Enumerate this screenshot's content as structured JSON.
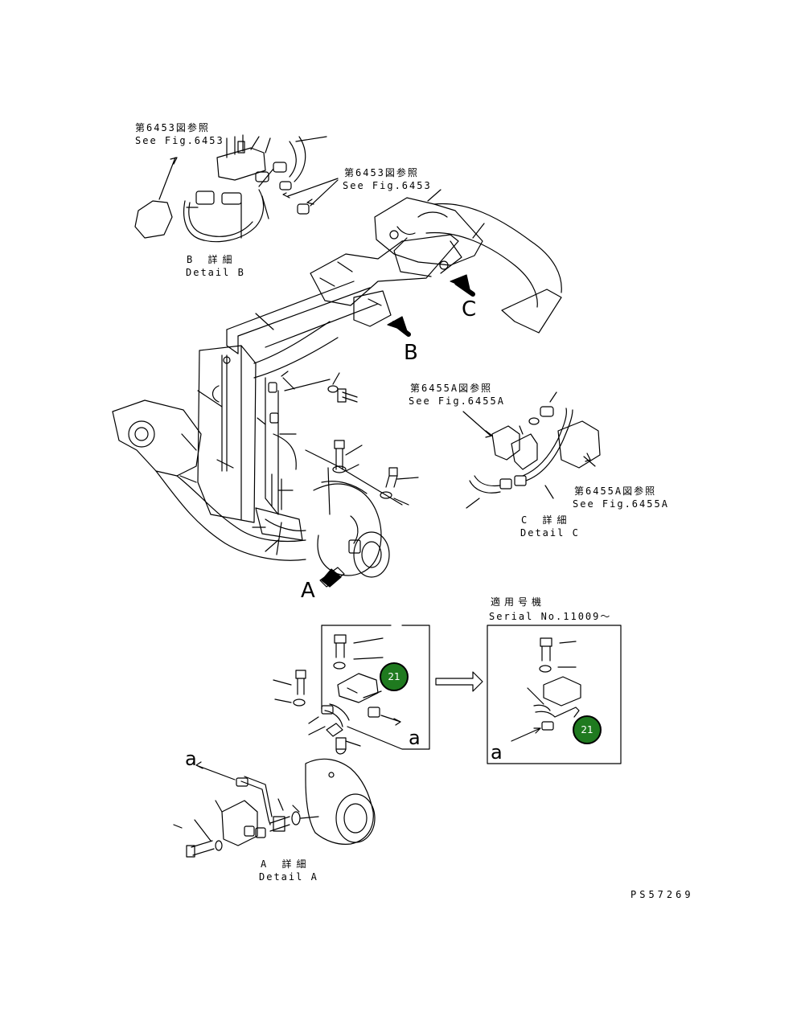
{
  "callouts": {
    "ref_6453_top": {
      "jp": "第6453図参照",
      "en": "See Fig.6453"
    },
    "ref_6453_mid": {
      "jp": "第6453図参照",
      "en": "See Fig.6453"
    },
    "ref_6455a_left": {
      "jp": "第6455A図参照",
      "en": "See Fig.6455A"
    },
    "ref_6455a_right": {
      "jp": "第6455A図参照",
      "en": "See Fig.6455A"
    }
  },
  "details": {
    "b": {
      "jp": "B 詳細",
      "en": "Detail B"
    },
    "c": {
      "jp": "C 詳細",
      "en": "Detail C"
    },
    "a": {
      "jp": "A 詳細",
      "en": "Detail A"
    }
  },
  "view_letters": {
    "a": "A",
    "b": "B",
    "c": "C"
  },
  "serial": {
    "jp": "適用号機",
    "en": "Serial No.11009～"
  },
  "connection_marks": {
    "left_box": "a",
    "right_box": "a",
    "detail_a": "a"
  },
  "part_badges": {
    "left": "21",
    "right": "21"
  },
  "drawing_number": "PS57269",
  "colors": {
    "badge_fill": "#1f7a1f",
    "line": "#000000"
  }
}
